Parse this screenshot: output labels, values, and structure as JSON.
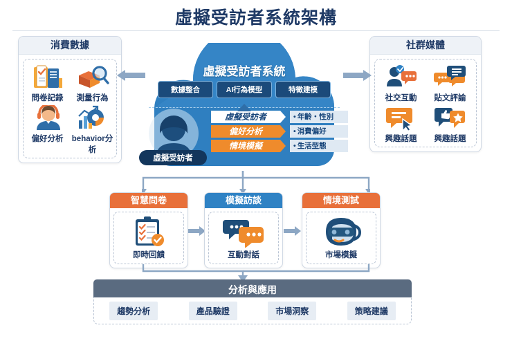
{
  "title": "虛擬受訪者系統架構",
  "left_panel": {
    "header": "消費數據",
    "items": [
      {
        "label": "問卷記錄",
        "icon": "clipboard-book-icon"
      },
      {
        "label": "測量行為",
        "icon": "box-magnifier-icon"
      },
      {
        "label": "偏好分析",
        "icon": "person-headset-icon"
      },
      {
        "label": "behavior分析",
        "icon": "bar-donut-chart-icon"
      }
    ]
  },
  "right_panel": {
    "header": "社群媒體",
    "items": [
      {
        "label": "社交互動",
        "icon": "user-chat-icon"
      },
      {
        "label": "貼文評論",
        "icon": "comment-bubbles-icon"
      },
      {
        "label": "興趣話題",
        "icon": "comment-cursor-icon"
      },
      {
        "label": "興趣話題",
        "icon": "thumbs-up-star-icon"
      }
    ]
  },
  "cloud": {
    "title": "虛擬受訪者系統",
    "chips": [
      "數據整合",
      "AI行為模型",
      "特徵建模"
    ],
    "persona": {
      "avatar_label": "虛擬受訪者",
      "rows": [
        {
          "text": "虛擬受訪者",
          "style": "white"
        },
        {
          "text": "偏好分析",
          "style": "orange"
        },
        {
          "text": "情境模擬",
          "style": "orange"
        }
      ],
      "bullets": [
        "年齡・性別",
        "消費偏好",
        "生活型態"
      ]
    }
  },
  "cards": [
    {
      "header": "智慧問卷",
      "label": "即時回饋",
      "icon": "checklist-check-icon",
      "color": "#e8703a"
    },
    {
      "header": "模擬訪談",
      "label": "互動對話",
      "icon": "speech-bubbles-icon",
      "color": "#2f82c4"
    },
    {
      "header": "情境測試",
      "label": "市場模擬",
      "icon": "vr-headset-icon",
      "color": "#e8703a"
    }
  ],
  "bottom": {
    "bar_label": "分析與應用",
    "chips": [
      "趨勢分析",
      "產品驗證",
      "市場洞察",
      "策略建議"
    ]
  },
  "colors": {
    "title_navy": "#1f3a66",
    "cloud_blue": "#2f7fc0",
    "accent_orange": "#ef8b2c",
    "card_orange": "#e8703a",
    "card_blue": "#2f82c4",
    "bottom_gray": "#5a6b80",
    "arrow_blue": "#8da7c4"
  }
}
